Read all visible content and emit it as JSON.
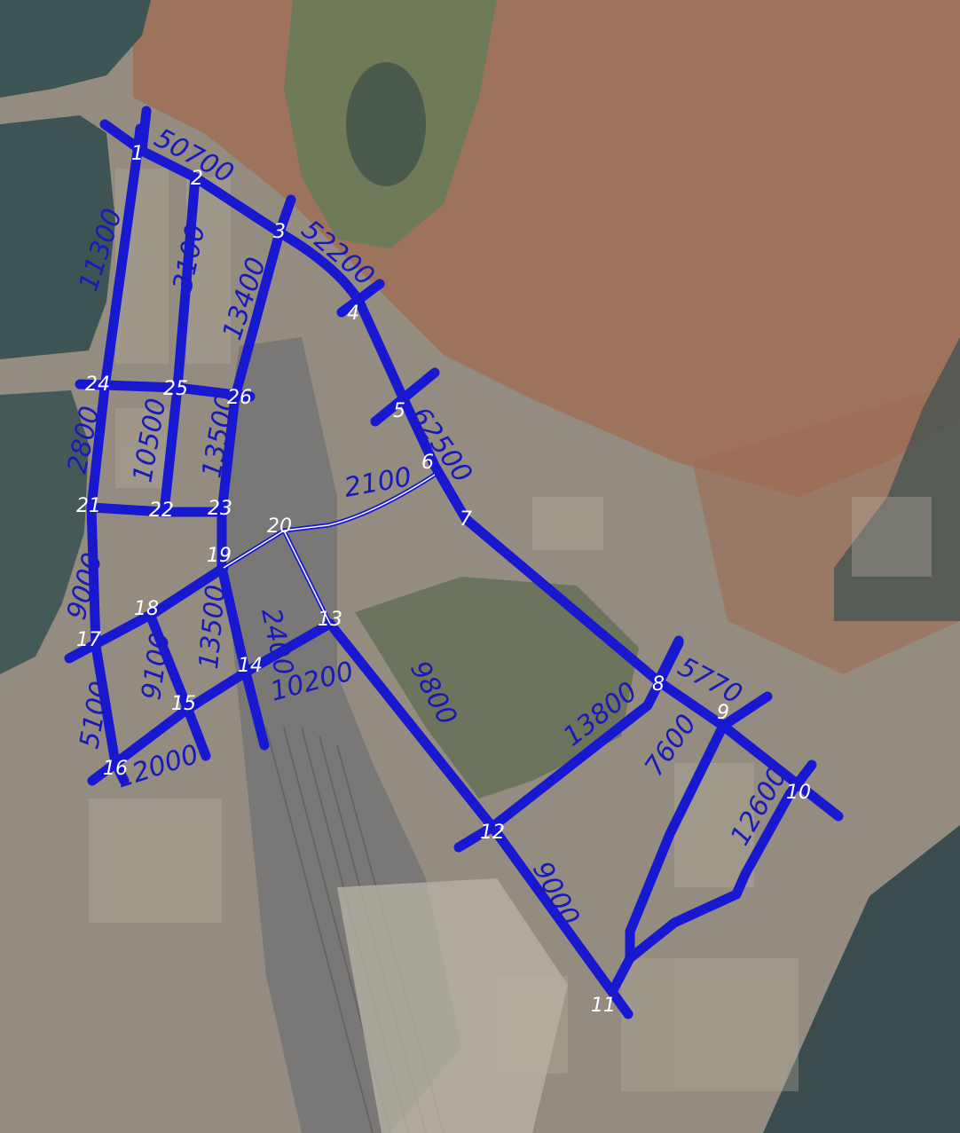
{
  "colors": {
    "road": "#1818d0",
    "node_label": "#ffffff",
    "flow_label": "#1a1ab8",
    "water": "#3f5555",
    "urban": "#9a9183",
    "roofs": "#a8674b",
    "rail": "#6c6c6c",
    "park": "#6f7a59"
  },
  "nodes": [
    {
      "id": "1",
      "label": "1"
    },
    {
      "id": "2",
      "label": "2"
    },
    {
      "id": "3",
      "label": "3"
    },
    {
      "id": "4",
      "label": "4"
    },
    {
      "id": "5",
      "label": "5"
    },
    {
      "id": "6",
      "label": "6"
    },
    {
      "id": "7",
      "label": "7"
    },
    {
      "id": "8",
      "label": "8"
    },
    {
      "id": "9",
      "label": "9"
    },
    {
      "id": "10",
      "label": "10"
    },
    {
      "id": "11",
      "label": "11"
    },
    {
      "id": "12",
      "label": "12"
    },
    {
      "id": "13",
      "label": "13"
    },
    {
      "id": "14",
      "label": "14"
    },
    {
      "id": "15",
      "label": "15"
    },
    {
      "id": "16",
      "label": "16"
    },
    {
      "id": "17",
      "label": "17"
    },
    {
      "id": "18",
      "label": "18"
    },
    {
      "id": "19",
      "label": "19"
    },
    {
      "id": "20",
      "label": "20"
    },
    {
      "id": "21",
      "label": "21"
    },
    {
      "id": "22",
      "label": "22"
    },
    {
      "id": "23",
      "label": "23"
    },
    {
      "id": "24",
      "label": "24"
    },
    {
      "id": "25",
      "label": "25"
    },
    {
      "id": "26",
      "label": "26"
    }
  ],
  "flows": [
    {
      "id": "f-1-2",
      "value": "50700"
    },
    {
      "id": "f-3-4",
      "value": "52200"
    },
    {
      "id": "f-1-24",
      "value": "11300"
    },
    {
      "id": "f-2-25",
      "value": "3100"
    },
    {
      "id": "f-3-26",
      "value": "13400"
    },
    {
      "id": "f-5-7",
      "value": "62500"
    },
    {
      "id": "f-20-6",
      "value": "2100"
    },
    {
      "id": "f-24-21",
      "value": "2800"
    },
    {
      "id": "f-25-22",
      "value": "10500"
    },
    {
      "id": "f-26-23",
      "value": "13500"
    },
    {
      "id": "f-21-17",
      "value": "9000"
    },
    {
      "id": "f-20-13",
      "value": "2400"
    },
    {
      "id": "f-19-14",
      "value": "13500"
    },
    {
      "id": "f-18-15",
      "value": "9100"
    },
    {
      "id": "f-14-13",
      "value": "10200"
    },
    {
      "id": "f-17-16",
      "value": "5100"
    },
    {
      "id": "f-16-15",
      "value": "12000"
    },
    {
      "id": "f-13-12",
      "value": "9800"
    },
    {
      "id": "f-12-8",
      "value": "13800"
    },
    {
      "id": "f-8-9",
      "value": "5770"
    },
    {
      "id": "f-9-11",
      "value": "7600"
    },
    {
      "id": "f-10-11",
      "value": "12600"
    },
    {
      "id": "f-12-11",
      "value": "9000"
    }
  ]
}
